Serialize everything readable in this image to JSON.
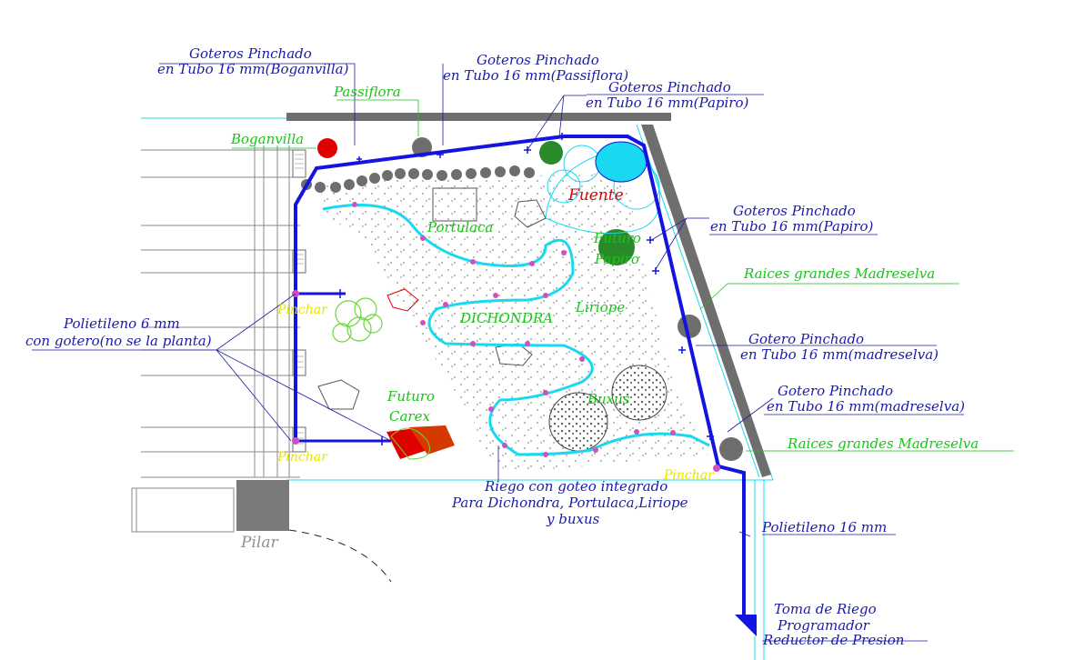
{
  "labels": {
    "goteros_bog_1": "Goteros Pinchado",
    "goteros_bog_2": "en Tubo 16 mm(Boganvilla)",
    "goteros_pas_1": "Goteros Pinchado",
    "goteros_pas_2": "en Tubo 16 mm(Passiflora)",
    "goteros_pap_1": "Goteros Pinchado",
    "goteros_pap_2": "en Tubo 16 mm(Papiro)",
    "goteros_pap2_1": "Goteros Pinchado",
    "goteros_pap2_2": "en Tubo 16 mm(Papiro)",
    "passiflora": "Passiflora",
    "boganvilla": "Boganvilla",
    "fuente": "Fuente",
    "portulaca": "Portulaca",
    "futuro_papiro_1": "Futuro",
    "futuro_papiro_2": "Papiro",
    "raices_1": "Raices grandes Madreselva",
    "raices_2": "Raices grandes Madreselva",
    "gotero_mad_1a": "Gotero Pinchado",
    "gotero_mad_1b": "en Tubo 16 mm(madreselva)",
    "gotero_mad_2a": "Gotero Pinchado",
    "gotero_mad_2b": "en Tubo 16 mm(madreselva)",
    "polietileno6_1": "Polietileno 6 mm",
    "polietileno6_2": "con gotero(no se la planta)",
    "dichondra": "DICHONDRA",
    "liriope": "Liriope",
    "pinchar_1": "Pinchar",
    "pinchar_2": "Pinchar",
    "pinchar_3": "Pinchar",
    "futuro_carex_1": "Futuro",
    "futuro_carex_2": "Carex",
    "buxus": "Buxus",
    "riego_1": "Riego con goteo integrado",
    "riego_2": "Para Dichondra, Portulaca,Liriope",
    "riego_3": "y buxus",
    "polietileno16": "Polietileno 16 mm",
    "pilar": "Pilar",
    "toma_1": "Toma de Riego",
    "toma_2": "Programador",
    "toma_3": "Reductor de Presion"
  },
  "colors": {
    "pipe": "#1414e0",
    "drip": "#19d9f0",
    "label_blue": "#1a1aa6",
    "label_green": "#19c419",
    "label_yellow": "#e6e600",
    "wall": "#6e6e6e",
    "red": "#e00000"
  }
}
